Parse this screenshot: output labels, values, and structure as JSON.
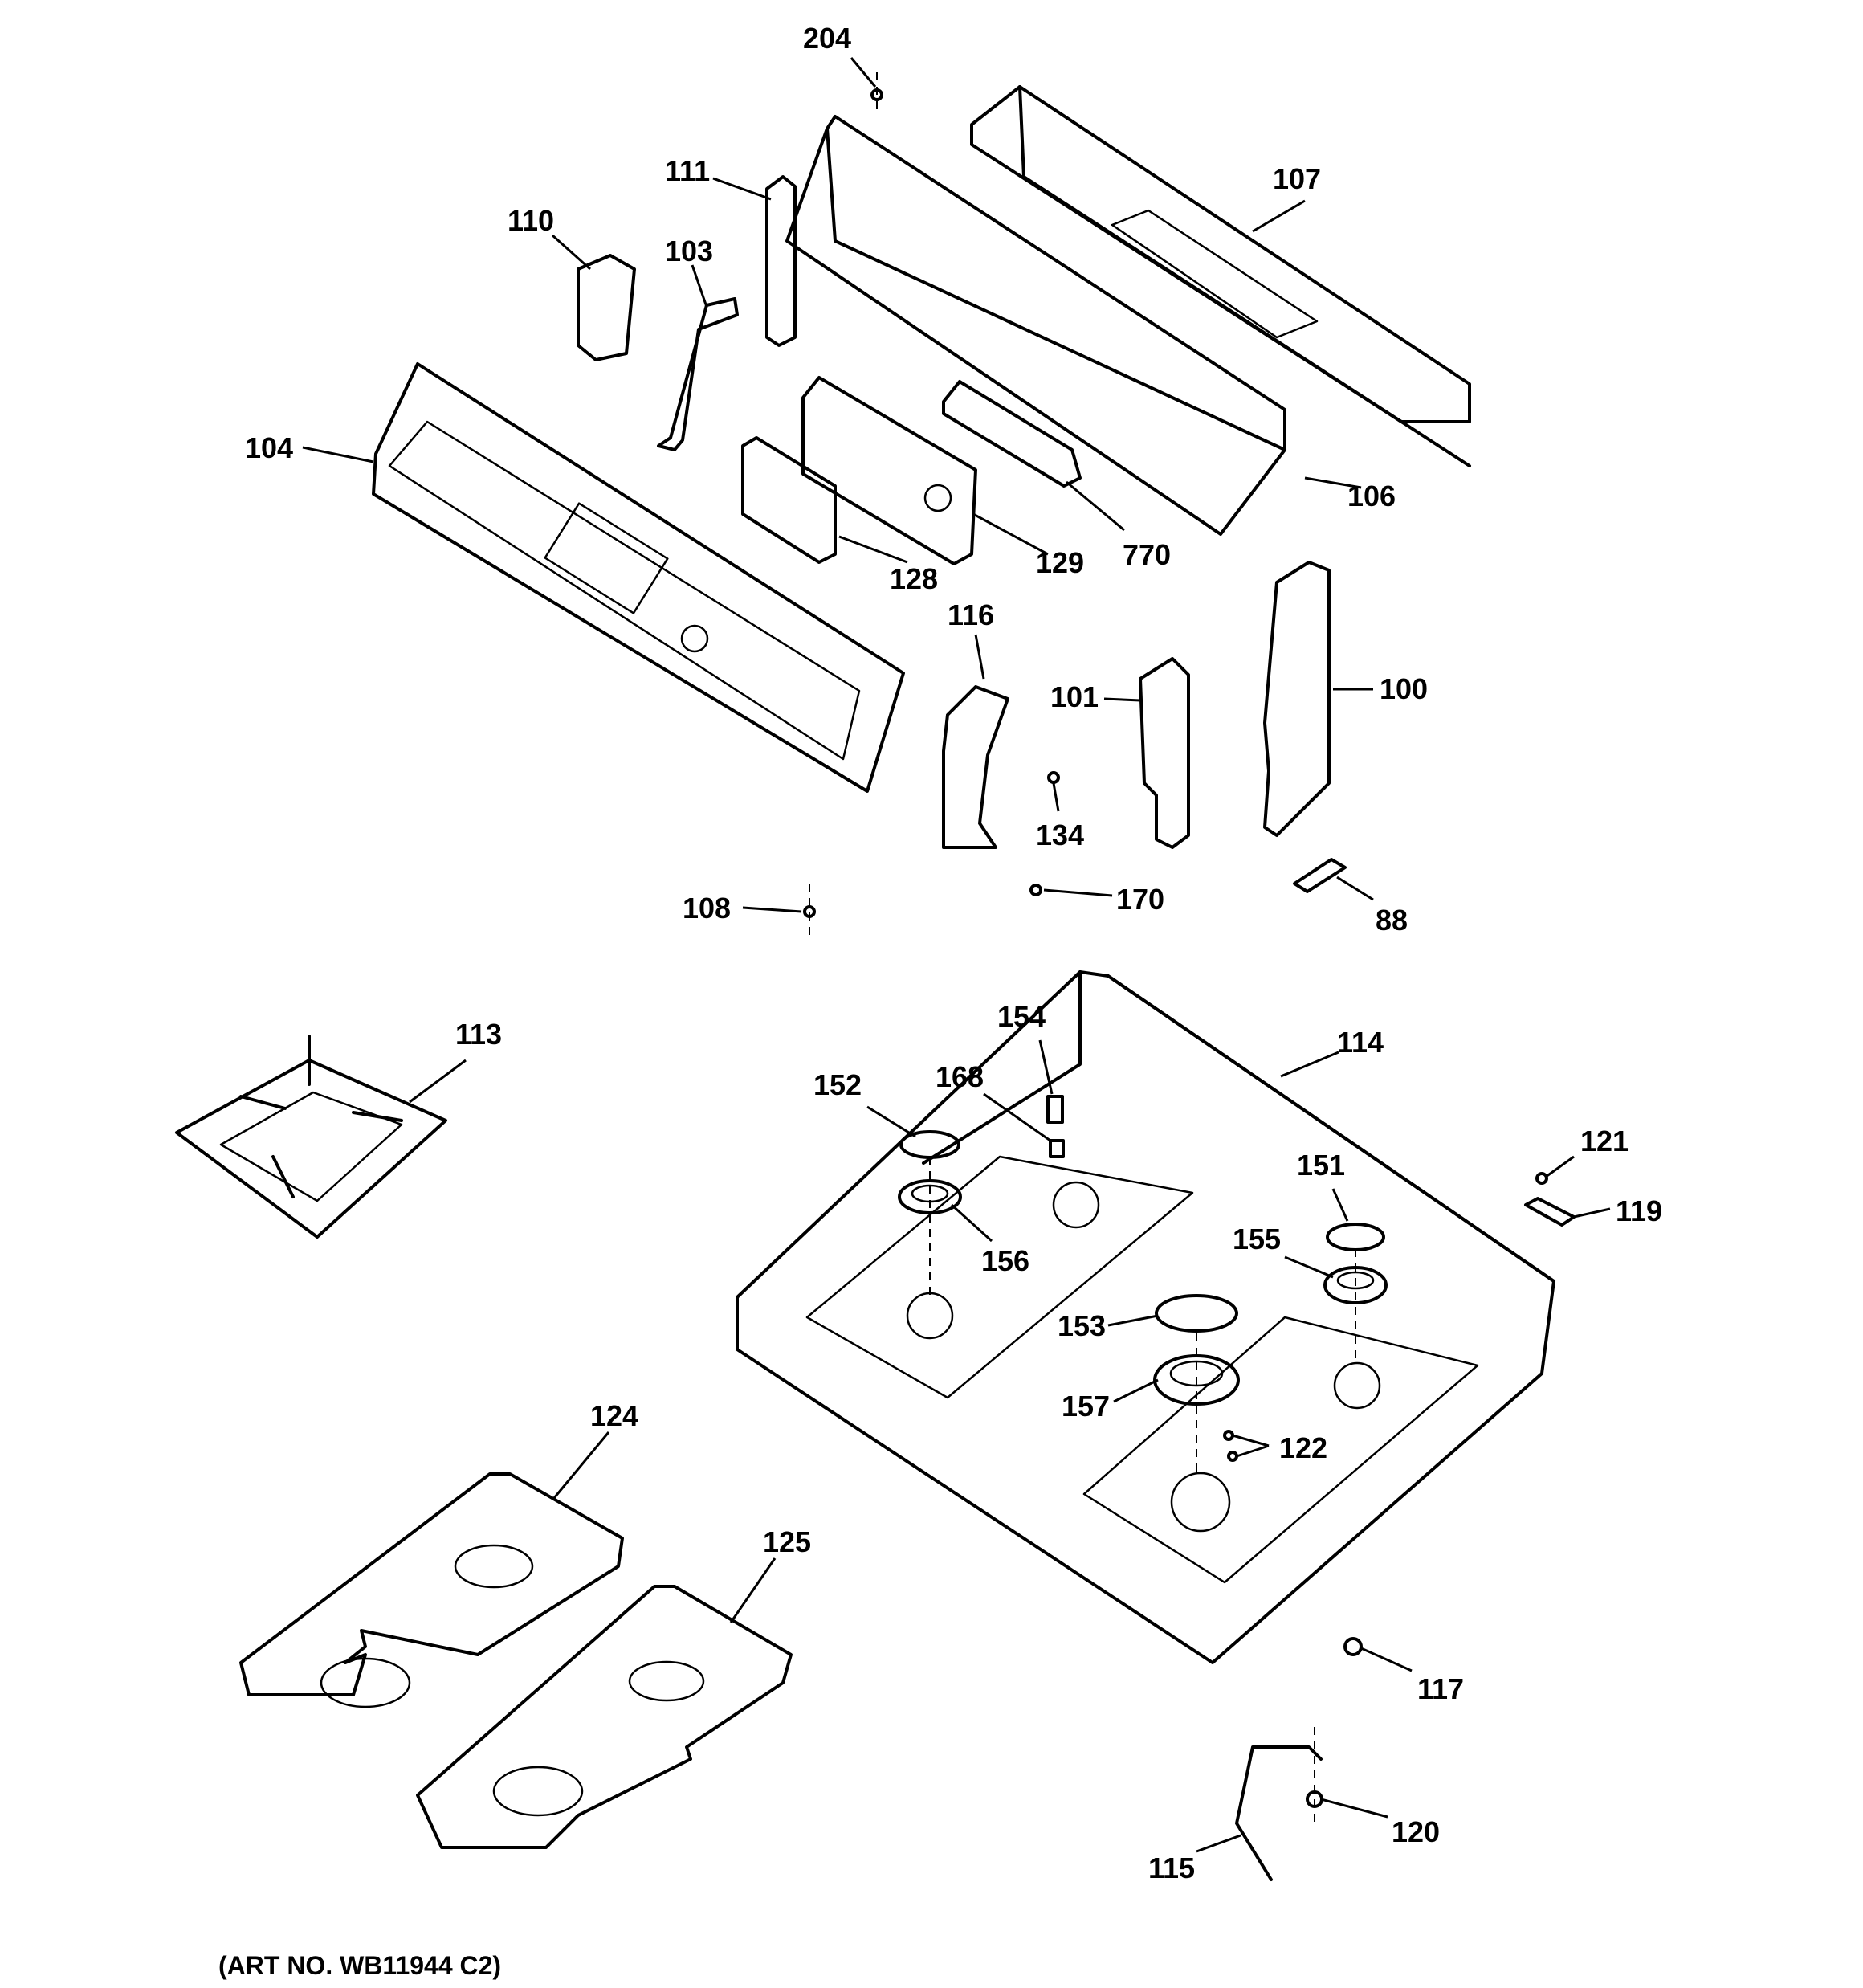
{
  "labels": {
    "l204": "204",
    "l111": "111",
    "l107": "107",
    "l110": "110",
    "l103": "103",
    "l104": "104",
    "l106": "106",
    "l128": "128",
    "l129": "129",
    "l770": "770",
    "l116": "116",
    "l101": "101",
    "l100": "100",
    "l134": "134",
    "l108": "108",
    "l170": "170",
    "l88": "88",
    "l113": "113",
    "l154": "154",
    "l114": "114",
    "l152": "152",
    "l168": "168",
    "l121": "121",
    "l151": "151",
    "l119": "119",
    "l156": "156",
    "l155": "155",
    "l153": "153",
    "l157": "157",
    "l122": "122",
    "l124": "124",
    "l125": "125",
    "l117": "117",
    "l120": "120",
    "l115": "115"
  },
  "art_number": "(ART NO. WB11944 C2)"
}
